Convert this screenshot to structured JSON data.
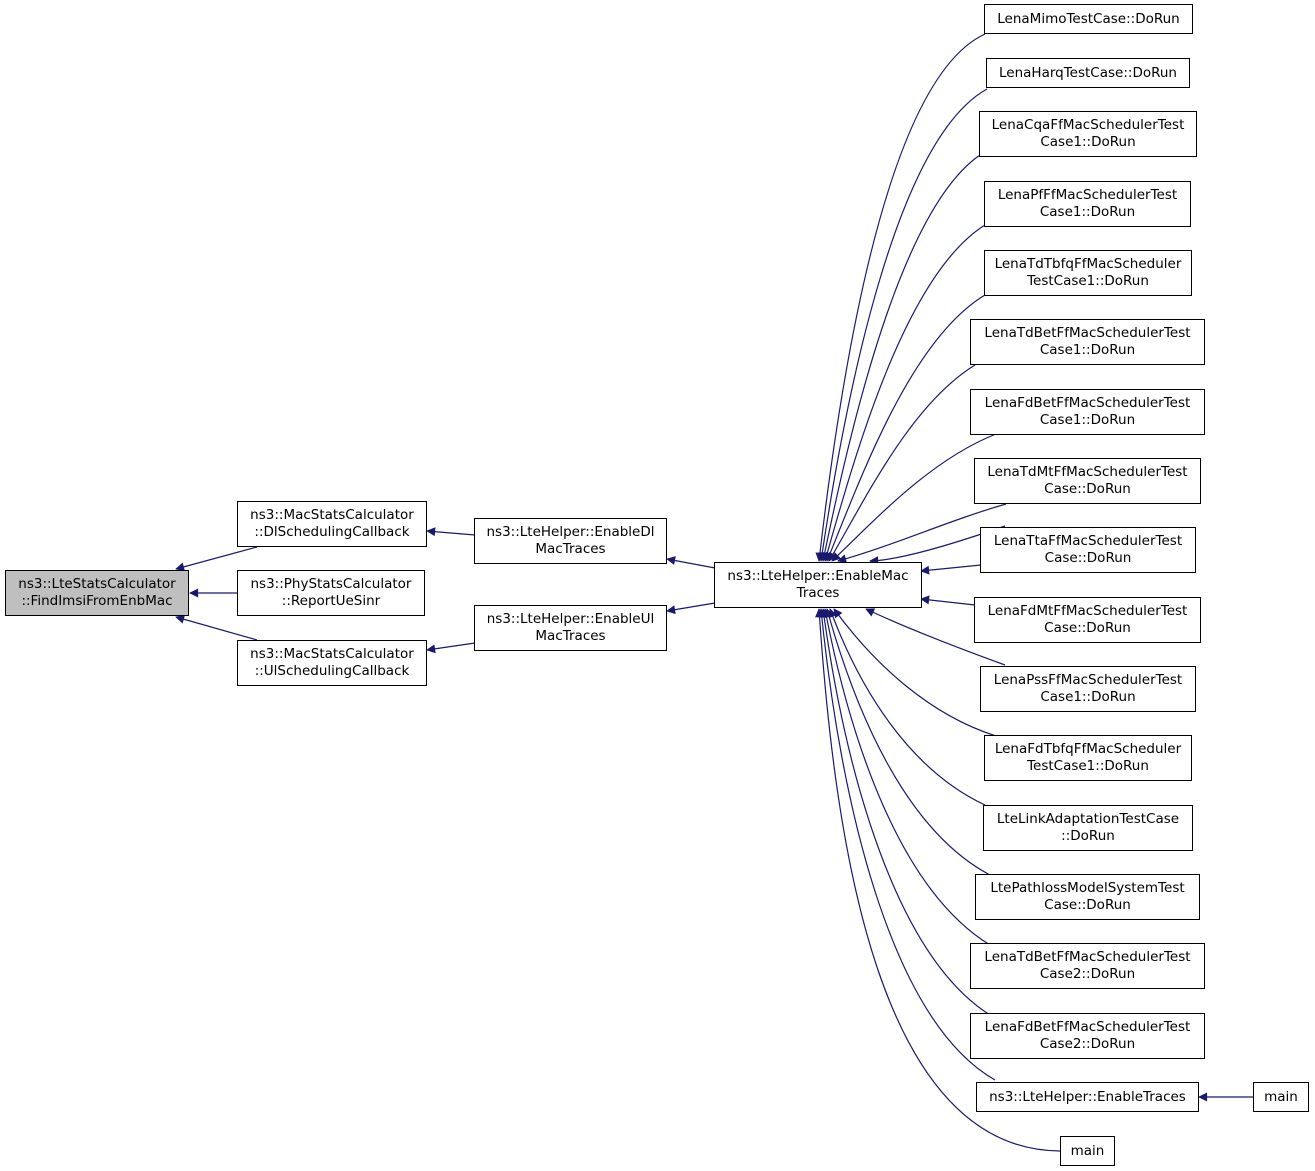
{
  "colors": {
    "edge": "#191970",
    "node_border": "#000000",
    "root_fill": "#bfbfbf",
    "node_fill": "#ffffff"
  },
  "nodes": {
    "root": [
      "ns3::LteStatsCalculator",
      "::FindImsiFromEnbMac"
    ],
    "dl_sched": [
      "ns3::MacStatsCalculator",
      "::DlSchedulingCallback"
    ],
    "report_ue_sinr": [
      "ns3::PhyStatsCalculator",
      "::ReportUeSinr"
    ],
    "ul_sched": [
      "ns3::MacStatsCalculator",
      "::UlSchedulingCallback"
    ],
    "enable_dl": [
      "ns3::LteHelper::EnableDl",
      "MacTraces"
    ],
    "enable_ul": [
      "ns3::LteHelper::EnableUl",
      "MacTraces"
    ],
    "enable_mac": [
      "ns3::LteHelper::EnableMac",
      "Traces"
    ],
    "mimo": [
      "LenaMimoTestCase::DoRun"
    ],
    "harq": [
      "LenaHarqTestCase::DoRun"
    ],
    "cqa": [
      "LenaCqaFfMacSchedulerTest",
      "Case1::DoRun"
    ],
    "pf": [
      "LenaPfFfMacSchedulerTest",
      "Case1::DoRun"
    ],
    "tdtbfq": [
      "LenaTdTbfqFfMacScheduler",
      "TestCase1::DoRun"
    ],
    "tdbet1": [
      "LenaTdBetFfMacSchedulerTest",
      "Case1::DoRun"
    ],
    "fdbet1": [
      "LenaFdBetFfMacSchedulerTest",
      "Case1::DoRun"
    ],
    "tdmt": [
      "LenaTdMtFfMacSchedulerTest",
      "Case::DoRun"
    ],
    "tta": [
      "LenaTtaFfMacSchedulerTest",
      "Case::DoRun"
    ],
    "fdmt": [
      "LenaFdMtFfMacSchedulerTest",
      "Case::DoRun"
    ],
    "pss": [
      "LenaPssFfMacSchedulerTest",
      "Case1::DoRun"
    ],
    "fdtbfq": [
      "LenaFdTbfqFfMacScheduler",
      "TestCase1::DoRun"
    ],
    "linkadapt": [
      "LteLinkAdaptationTestCase",
      "::DoRun"
    ],
    "pathloss": [
      "LtePathlossModelSystemTest",
      "Case::DoRun"
    ],
    "tdbet2": [
      "LenaTdBetFfMacSchedulerTest",
      "Case2::DoRun"
    ],
    "fdbet2": [
      "LenaFdBetFfMacSchedulerTest",
      "Case2::DoRun"
    ],
    "enable_traces": [
      "ns3::LteHelper::EnableTraces"
    ],
    "main_a": [
      "main"
    ],
    "main_b": [
      "main"
    ]
  }
}
